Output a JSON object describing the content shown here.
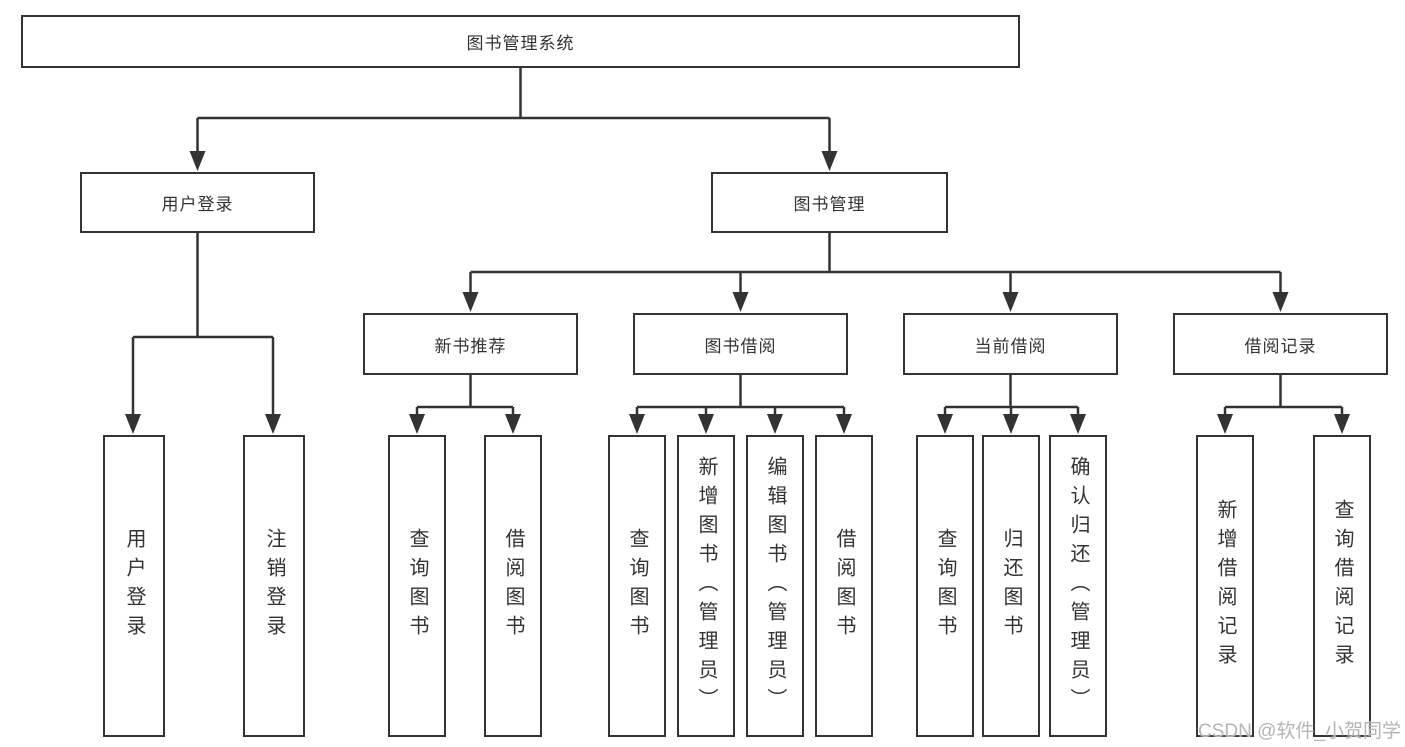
{
  "diagram": {
    "background": "#ffffff",
    "line_color": "#333333",
    "text_color": "#333333",
    "watermark": {
      "text": "CSDN @软件_小贺同学",
      "color": "#b5b5b5"
    },
    "tree": {
      "root": {
        "label": "图书管理系统",
        "children": [
          {
            "label": "用户登录",
            "children": [
              {
                "label": "用户登录"
              },
              {
                "label": "注销登录"
              }
            ]
          },
          {
            "label": "图书管理",
            "children": [
              {
                "label": "新书推荐",
                "children": [
                  {
                    "label": "查询图书"
                  },
                  {
                    "label": "借阅图书"
                  }
                ]
              },
              {
                "label": "图书借阅",
                "children": [
                  {
                    "label": "查询图书"
                  },
                  {
                    "label": "新增图书（管理员）"
                  },
                  {
                    "label": "编辑图书（管理员）"
                  },
                  {
                    "label": "借阅图书"
                  }
                ]
              },
              {
                "label": "当前借阅",
                "children": [
                  {
                    "label": "查询图书"
                  },
                  {
                    "label": "归还图书"
                  },
                  {
                    "label": "确认归还（管理员）"
                  }
                ]
              },
              {
                "label": "借阅记录",
                "children": [
                  {
                    "label": "新增借阅记录"
                  },
                  {
                    "label": "查询借阅记录"
                  }
                ]
              }
            ]
          }
        ]
      }
    }
  }
}
